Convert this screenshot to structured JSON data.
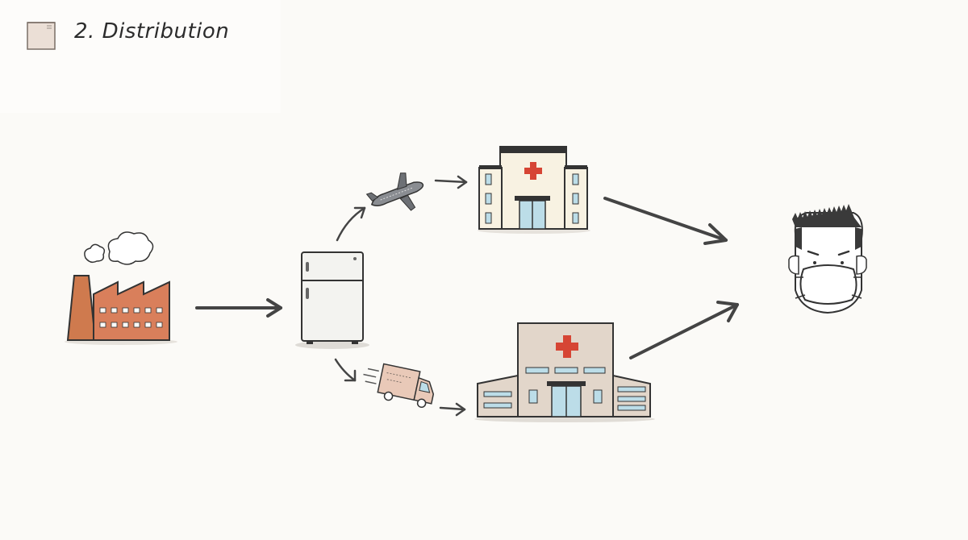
{
  "title": {
    "text": "2. Distribution",
    "icon": "box-icon"
  },
  "colors": {
    "factory": "#d97f5b",
    "chimney": "#cf7a4e",
    "hospital_small": "#f8f2e2",
    "hospital_large": "#e2d6ca",
    "cross": "#d64534",
    "window": "#bcdde8",
    "arrow": "#444444",
    "fridge": "#f3f3f0",
    "truck": "#e9c9b8"
  },
  "nodes": [
    {
      "id": "factory",
      "icon": "factory-icon"
    },
    {
      "id": "refrigerator",
      "icon": "refrigerator-icon"
    },
    {
      "id": "airplane",
      "icon": "airplane-icon"
    },
    {
      "id": "delivery-truck",
      "icon": "truck-icon"
    },
    {
      "id": "small-hospital",
      "icon": "hospital-icon"
    },
    {
      "id": "large-hospital",
      "icon": "hospital-icon"
    },
    {
      "id": "masked-person",
      "icon": "person-mask-icon"
    }
  ]
}
